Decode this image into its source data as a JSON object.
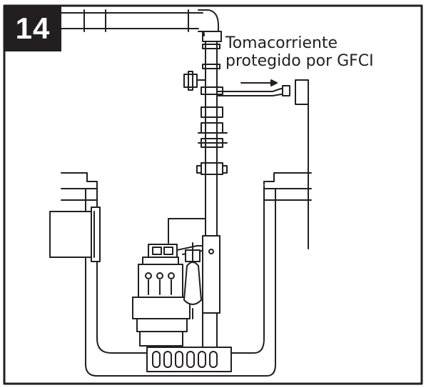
{
  "step": {
    "number": "14"
  },
  "callout": {
    "line1": "Tomacorriente",
    "line2": "protegido por GFCI"
  },
  "colors": {
    "ink": "#231f20",
    "background": "#ffffff"
  },
  "icons": [
    "sump-pump-illustration",
    "discharge-pipe",
    "check-valve",
    "float-switch",
    "power-cord",
    "gfci-outlet",
    "sump-basin",
    "arrow-icon"
  ]
}
